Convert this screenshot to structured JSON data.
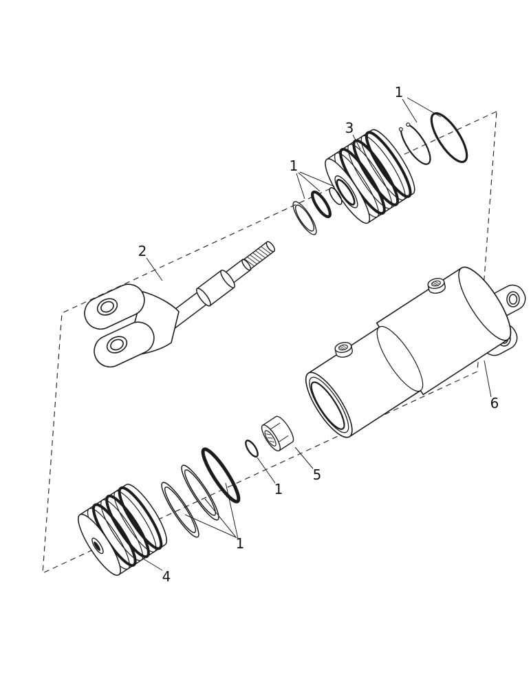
{
  "page": {
    "background": "#ffffff",
    "line_color": "#1c1c1c"
  },
  "diagram": {
    "kind": "exploded-parts-view",
    "callouts": [
      {
        "text": "1",
        "target": "retaining-rings"
      },
      {
        "text": "3",
        "target": "gland"
      },
      {
        "text": "1",
        "target": "rod-seal-set"
      },
      {
        "text": "2",
        "target": "rod-and-clevis"
      },
      {
        "text": "6",
        "target": "cylinder-barrel"
      },
      {
        "text": "5",
        "target": "piston-nut"
      },
      {
        "text": "1",
        "target": "o-ring"
      },
      {
        "text": "1",
        "target": "piston-seal-set"
      },
      {
        "text": "4",
        "target": "piston"
      }
    ]
  }
}
